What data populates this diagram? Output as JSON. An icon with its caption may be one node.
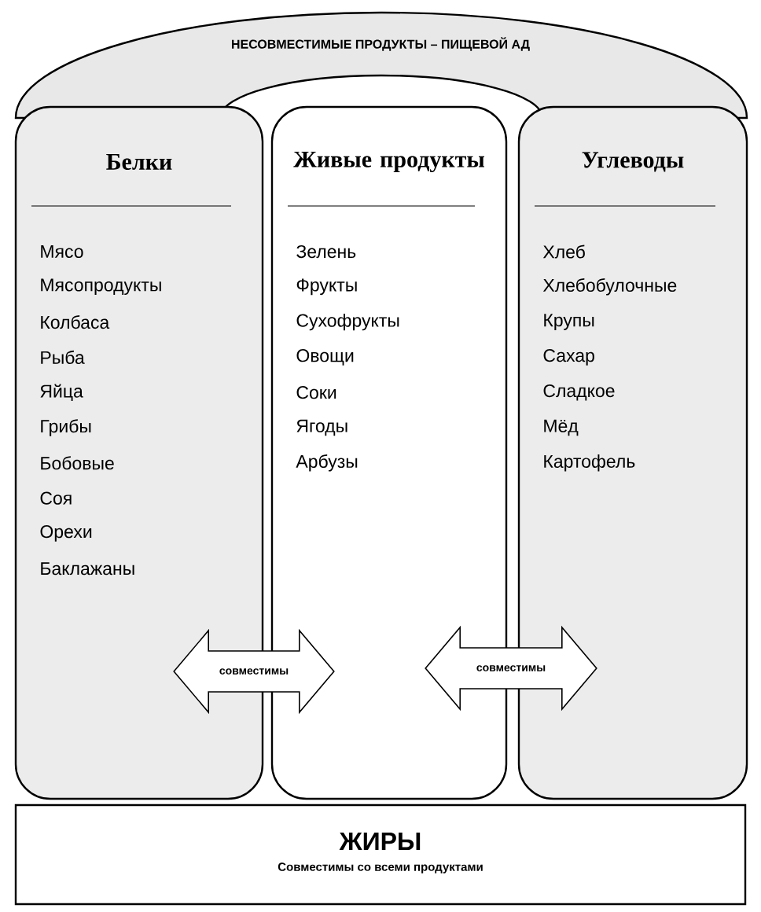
{
  "diagram": {
    "nodes": [
      {
        "text": [
          "НЕСОВМЕСТИМЫЕ ПРОДУКТЫ – ПИЩЕВОЙ АД"
        ]
      },
      {
        "text": [
          "Белки",
          "Мясо",
          "Мясопродукты",
          "Колбаса",
          "Рыба",
          "Яйца",
          "Грибы",
          "Бобовые",
          "Соя",
          "Орехи",
          "Баклажаны"
        ]
      },
      {
        "text": [
          "Живые продукты",
          "Зелень",
          "Фрукты",
          "Сухофрукты",
          "Овощи",
          "Соки",
          "Ягоды",
          "Арбузы"
        ]
      },
      {
        "text": [
          "Углеводы",
          "Хлеб",
          "Хлебобулочные",
          "Крупы",
          "Сахар",
          "Сладкое",
          "Мёд",
          "Картофель"
        ]
      },
      {
        "text": [
          "ЖИРЫ",
          "Совместимы со всеми продуктами"
        ]
      }
    ],
    "edges": [
      {
        "from": 1,
        "to": 2,
        "arrow": "both",
        "label": "совместимы"
      },
      {
        "from": 2,
        "to": 3,
        "arrow": "both",
        "label": "совместимы"
      }
    ]
  }
}
